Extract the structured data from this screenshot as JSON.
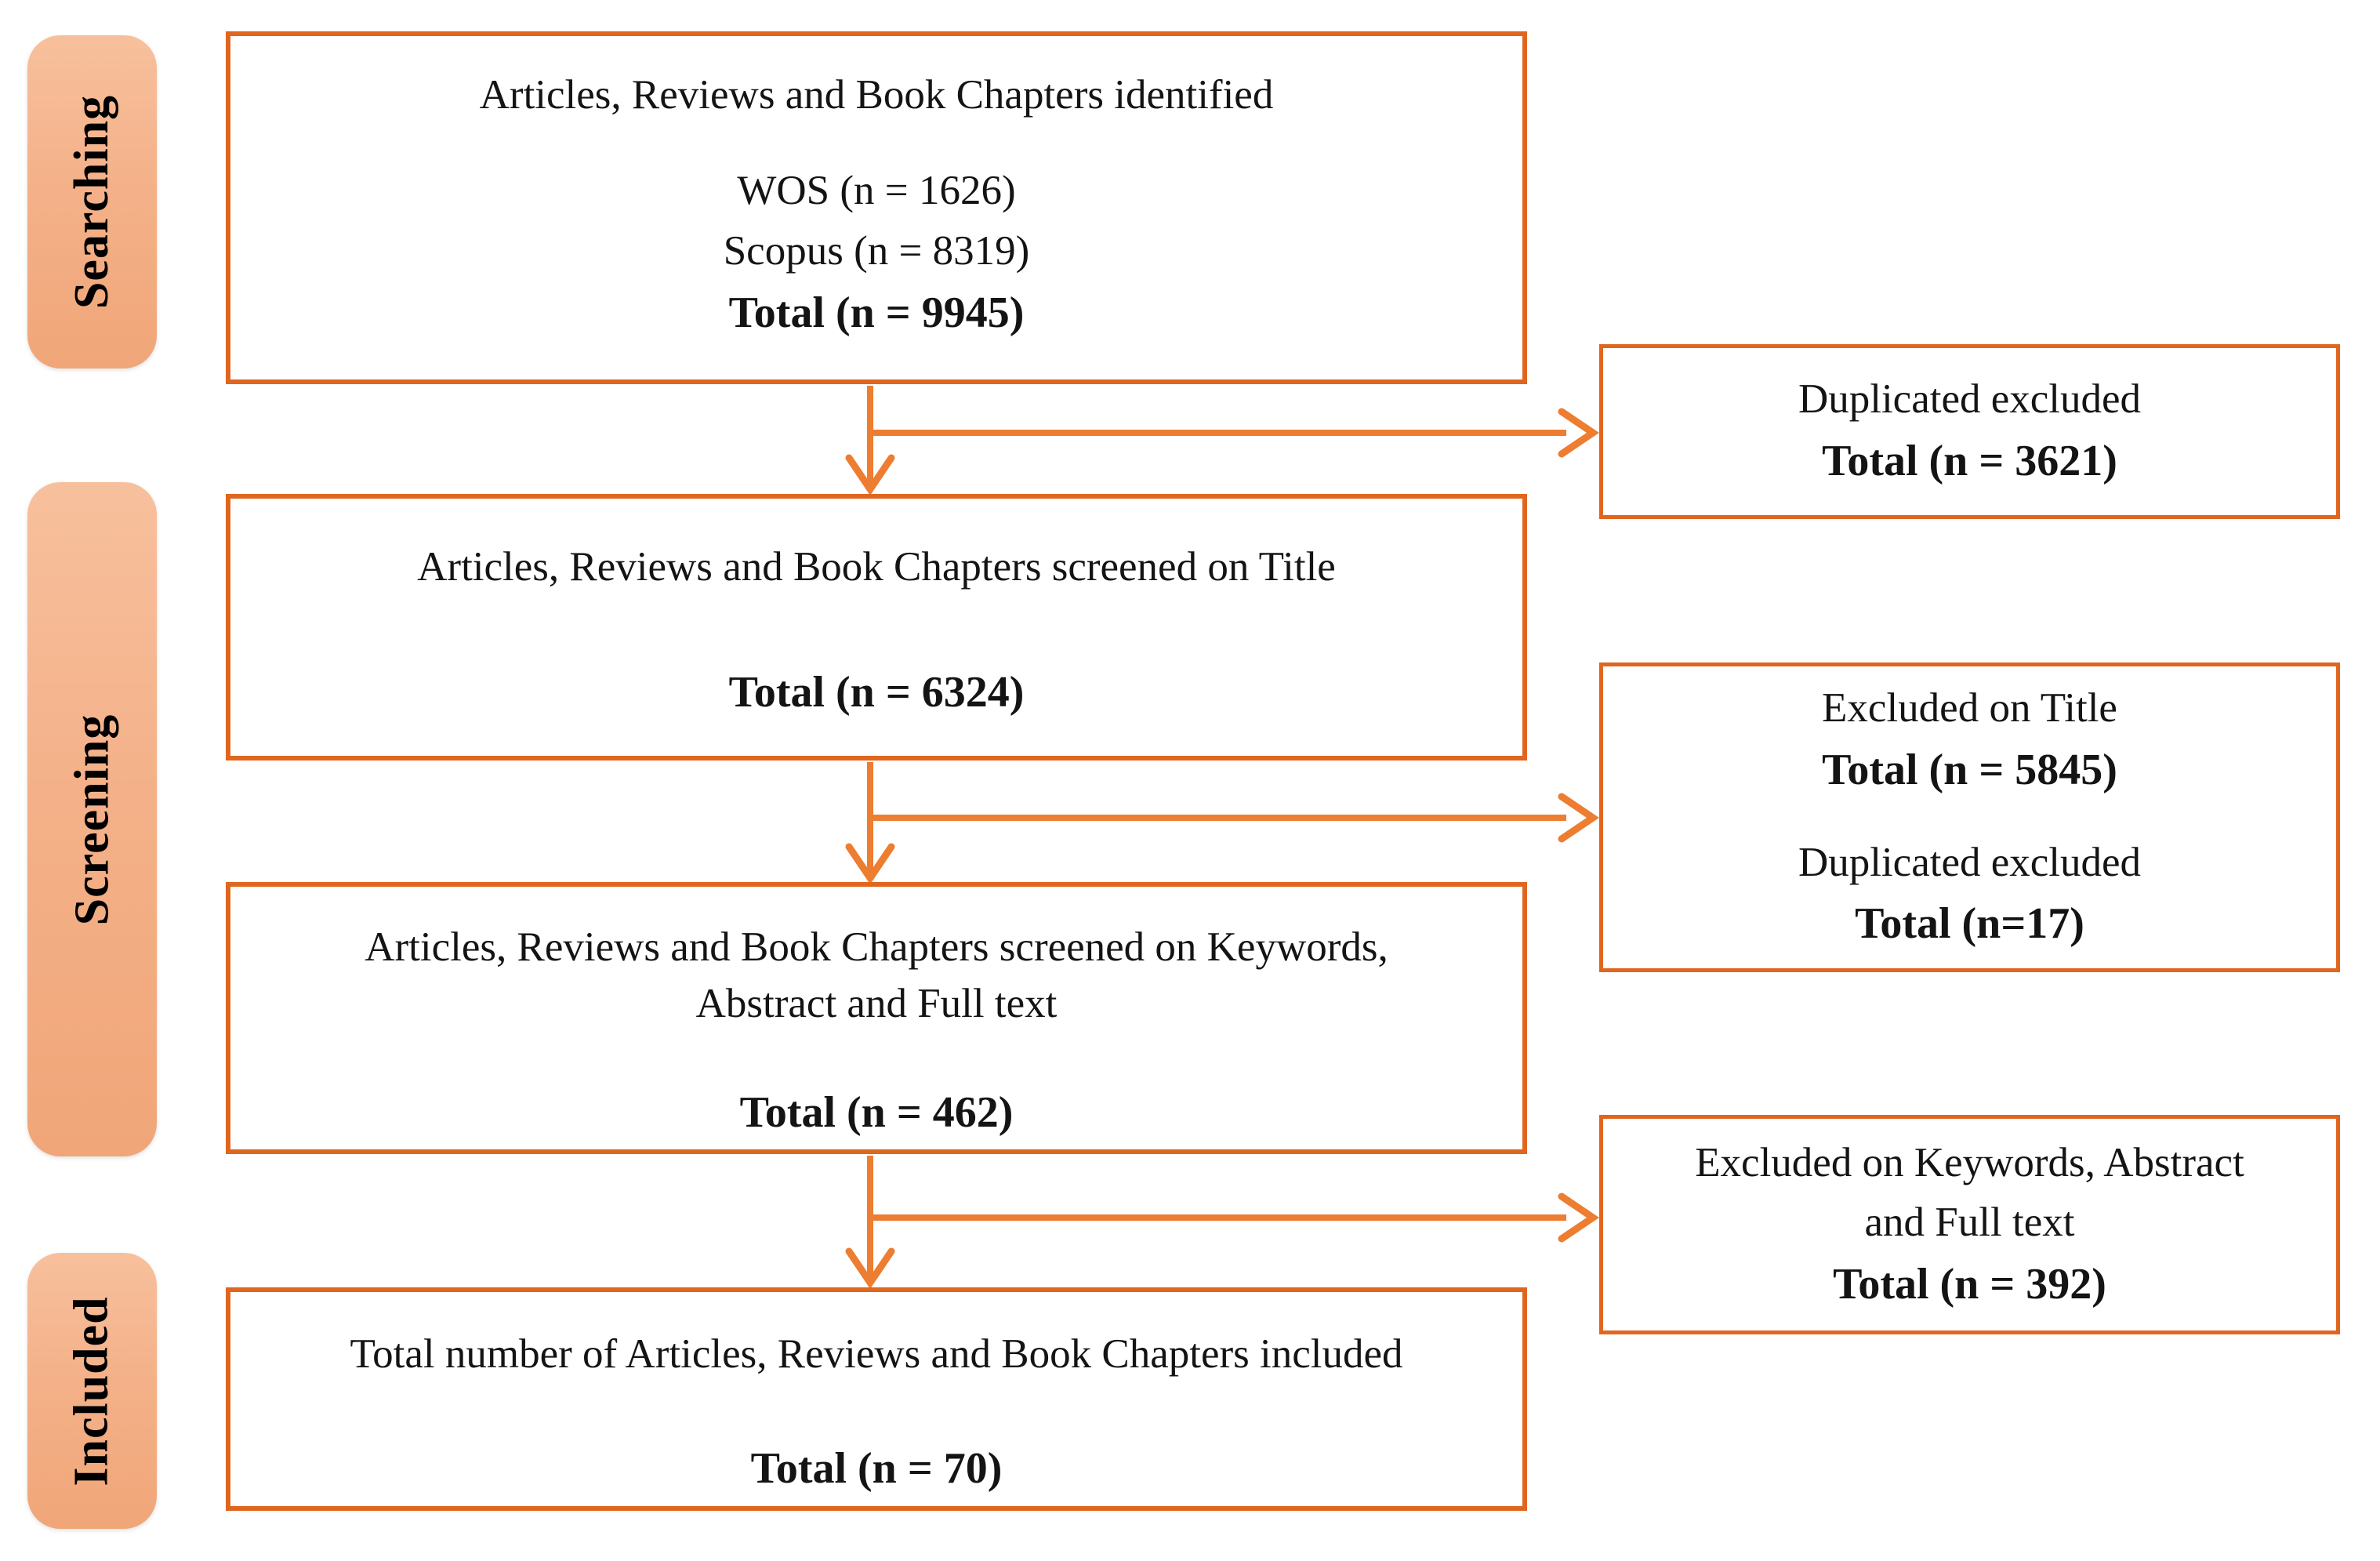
{
  "stages": {
    "searching": "Searching",
    "screening": "Screening",
    "included": "Included"
  },
  "main_boxes": {
    "identified": {
      "title": "Articles, Reviews and Book Chapters identified",
      "source_1": "WOS (n = 1626)",
      "source_2": "Scopus (n = 8319)",
      "total": "Total (n = 9945)"
    },
    "screened_title": {
      "title": "Articles, Reviews and Book Chapters screened on Title",
      "total": "Total (n = 6324)"
    },
    "screened_keywords": {
      "title": "Articles, Reviews and Book Chapters screened on Keywords,\nAbstract and Full text",
      "total": "Total (n = 462)"
    },
    "included": {
      "title": "Total number of Articles, Reviews and Book Chapters included",
      "total": "Total (n = 70)"
    }
  },
  "side_boxes": {
    "duplicates_excluded": {
      "title": "Duplicated excluded",
      "total": "Total (n = 3621)"
    },
    "excluded_on_title": {
      "title": "Excluded on Title",
      "total": "Total (n = 5845)",
      "secondary_title": "Duplicated excluded",
      "secondary_total": "Total (n=17)"
    },
    "excluded_on_keywords": {
      "title": "Excluded on Keywords, Abstract\nand Full text",
      "total": "Total (n = 392)"
    }
  },
  "colors": {
    "box_border": "#E0661F",
    "arrow": "#ED7D31",
    "stage_fill": "#F4B189",
    "text": "#141414"
  }
}
